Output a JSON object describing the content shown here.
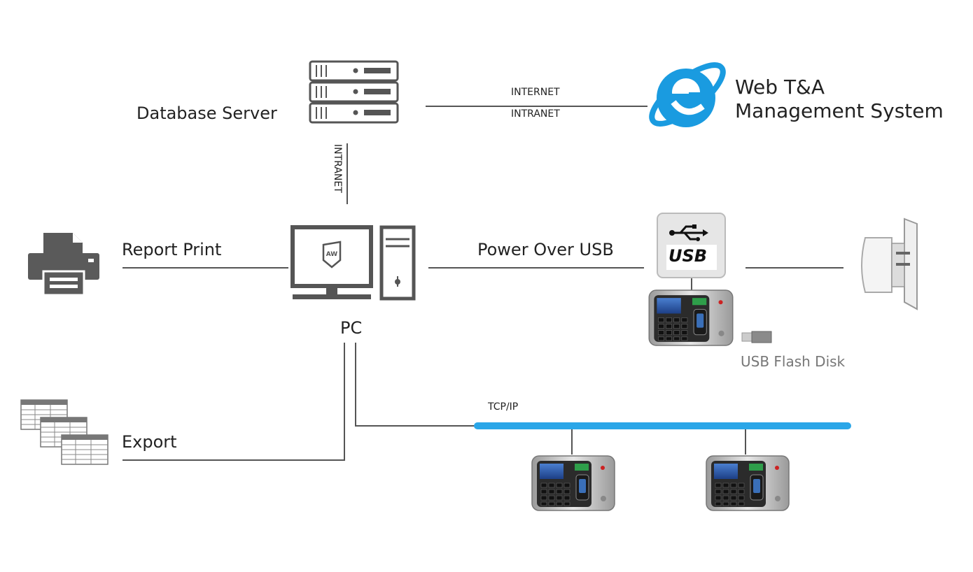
{
  "labels": {
    "database_server": "Database Server",
    "internet": "INTERNET",
    "intranet_top": "INTRANET",
    "intranet_vertical": "INTRANET",
    "web_line1": "Web T&A",
    "web_line2": "Management System",
    "report_print": "Report Print",
    "pc": "PC",
    "power_over_usb": "Power Over USB",
    "usb": "USB",
    "usb_flash_disk": "USB Flash Disk",
    "tcp_ip": "TCP/IP",
    "export": "Export"
  },
  "icons": {
    "server": "server-stack-icon",
    "browser": "ie-browser-icon",
    "printer": "printer-icon",
    "pc": "desktop-pc-icon",
    "usb": "usb-icon",
    "adapter": "power-adapter-icon",
    "terminal": "attendance-terminal-icon",
    "flash": "usb-flash-disk-icon",
    "export": "spreadsheet-export-icon"
  },
  "colors": {
    "line": "#555555",
    "tcp_bus": "#2aa6e8",
    "ie_blue": "#1a9be0",
    "device_dark": "#555555"
  }
}
